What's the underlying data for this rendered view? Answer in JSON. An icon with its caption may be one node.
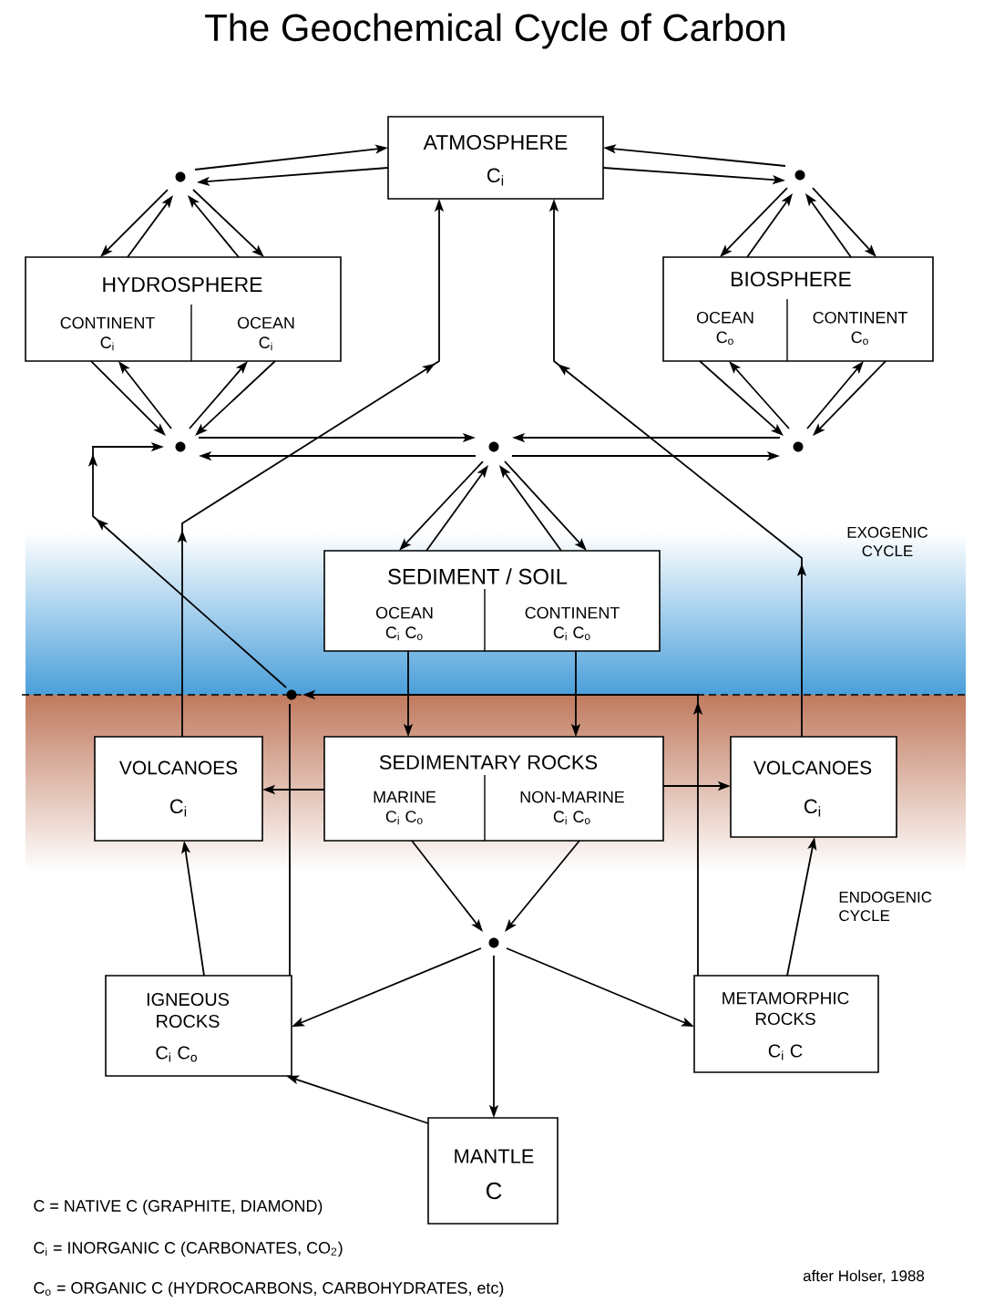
{
  "diagram": {
    "title": "The Geochemical Cycle of Carbon",
    "nodes": [
      {
        "text": [
          "ATMOSPHERE",
          "C$_{i}$"
        ]
      },
      {
        "text": [],
        "shape": "dot"
      },
      {
        "text": [],
        "shape": "dot"
      },
      {
        "text": [
          "HYDROSPHERE",
          "CONTINENT C$_{i}$",
          "OCEAN C$_{i}$"
        ]
      },
      {
        "text": [
          "BIOSPHERE",
          "OCEAN C$_{o}$",
          "CONTINENT C$_{o}$"
        ]
      },
      {
        "text": [],
        "shape": "dot"
      },
      {
        "text": [],
        "shape": "dot"
      },
      {
        "text": [],
        "shape": "dot"
      },
      {
        "text": [
          "SEDIMENT / SOIL",
          "OCEAN C$_{i}$ C$_{o}$",
          "CONTINENT C$_{i}$ C$_{o}$"
        ]
      },
      {
        "text": [],
        "shape": "dot"
      },
      {
        "text": [
          "VOLCANOES",
          "C$_{i}$"
        ]
      },
      {
        "text": [
          "SEDIMENTARY ROCKS",
          "MARINE C$_{i}$ C$_{o}$",
          "NON-MARINE C$_{i}$ C$_{o}$"
        ]
      },
      {
        "text": [
          "VOLCANOES",
          "C$_{i}$"
        ]
      },
      {
        "text": [],
        "shape": "dot"
      },
      {
        "text": [
          "IGNEOUS ROCKS",
          "C$_{i}$ C$_{o}$"
        ]
      },
      {
        "text": [
          "METAMORPHIC ROCKS",
          "C$_{i}$ C"
        ]
      },
      {
        "text": [
          "MANTLE",
          "C"
        ]
      }
    ],
    "edges": [
      {
        "from": 1,
        "to": 0,
        "arrow": "to"
      },
      {
        "from": 0,
        "to": 1,
        "arrow": "to"
      },
      {
        "from": 1,
        "to": 3,
        "arrow": "to"
      },
      {
        "from": 3,
        "to": 1,
        "arrow": "to"
      },
      {
        "from": 3,
        "to": 1,
        "arrow": "to"
      },
      {
        "from": 1,
        "to": 3,
        "arrow": "to"
      },
      {
        "from": 2,
        "to": 0,
        "arrow": "to"
      },
      {
        "from": 0,
        "to": 2,
        "arrow": "to"
      },
      {
        "from": 2,
        "to": 4,
        "arrow": "to"
      },
      {
        "from": 4,
        "to": 2,
        "arrow": "to"
      },
      {
        "from": 4,
        "to": 2,
        "arrow": "to"
      },
      {
        "from": 2,
        "to": 4,
        "arrow": "to"
      },
      {
        "from": 3,
        "to": 5,
        "arrow": "to"
      },
      {
        "from": 5,
        "to": 3,
        "arrow": "to"
      },
      {
        "from": 5,
        "to": 3,
        "arrow": "to"
      },
      {
        "from": 3,
        "to": 5,
        "arrow": "to"
      },
      {
        "from": 4,
        "to": 7,
        "arrow": "to"
      },
      {
        "from": 7,
        "to": 4,
        "arrow": "to"
      },
      {
        "from": 7,
        "to": 4,
        "arrow": "to"
      },
      {
        "from": 4,
        "to": 7,
        "arrow": "to"
      },
      {
        "from": 5,
        "to": 6,
        "arrow": "to"
      },
      {
        "from": 6,
        "to": 5,
        "arrow": "to"
      },
      {
        "from": 7,
        "to": 6,
        "arrow": "to"
      },
      {
        "from": 6,
        "to": 7,
        "arrow": "to"
      },
      {
        "from": 6,
        "to": 8,
        "arrow": "to"
      },
      {
        "from": 8,
        "to": 6,
        "arrow": "to"
      },
      {
        "from": 8,
        "to": 6,
        "arrow": "to"
      },
      {
        "from": 6,
        "to": 8,
        "arrow": "to"
      },
      {
        "from": 10,
        "to": 0,
        "arrow": "to"
      },
      {
        "from": 12,
        "to": 0,
        "arrow": "to"
      },
      {
        "from": 9,
        "to": 5,
        "arrow": "to"
      },
      {
        "from": 15,
        "to": 9,
        "arrow": "to"
      },
      {
        "from": 14,
        "to": 9,
        "arrow": "none"
      },
      {
        "from": 8,
        "to": 11,
        "arrow": "to"
      },
      {
        "from": 8,
        "to": 11,
        "arrow": "to"
      },
      {
        "from": 11,
        "to": 10,
        "arrow": "to"
      },
      {
        "from": 11,
        "to": 12,
        "arrow": "to"
      },
      {
        "from": 11,
        "to": 13,
        "arrow": "to"
      },
      {
        "from": 11,
        "to": 13,
        "arrow": "to"
      },
      {
        "from": 13,
        "to": 14,
        "arrow": "to"
      },
      {
        "from": 13,
        "to": 15,
        "arrow": "to"
      },
      {
        "from": 13,
        "to": 16,
        "arrow": "to"
      },
      {
        "from": 16,
        "to": 14,
        "arrow": "to"
      },
      {
        "from": 14,
        "to": 10,
        "arrow": "to"
      },
      {
        "from": 15,
        "to": 12,
        "arrow": "to"
      }
    ],
    "labels": [
      "EXOGENIC CYCLE",
      "ENDOGENIC CYCLE",
      "C = NATIVE C (GRAPHITE, DIAMOND)",
      "C$_{i}$ = INORGANIC C (CARBONATES, CO$_{2}$)",
      "C$_{o}$ = ORGANIC C (HYDROCARBONS, CARBOHYDRATES, etc)",
      "after Holser, 1988"
    ]
  }
}
